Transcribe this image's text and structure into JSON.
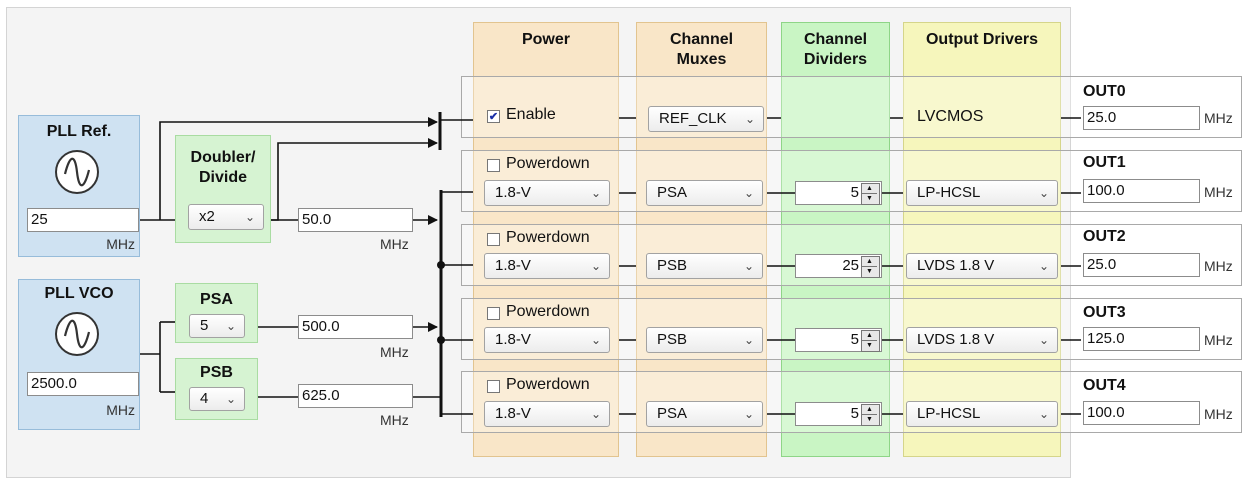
{
  "columns": {
    "power": "Power",
    "mux": [
      "Channel",
      "Muxes"
    ],
    "dividers": [
      "Channel",
      "Dividers"
    ],
    "drivers": "Output Drivers"
  },
  "pll_ref": {
    "title": "PLL Ref.",
    "value": "25",
    "unit": "MHz"
  },
  "doubler": {
    "title": [
      "Doubler/",
      "Divide"
    ],
    "selected": "x2",
    "output": "50.0",
    "unit": "MHz"
  },
  "pll_vco": {
    "title": "PLL VCO",
    "value": "2500.0",
    "unit": "MHz"
  },
  "psa": {
    "title": "PSA",
    "selected": "5",
    "output": "500.0",
    "unit": "MHz"
  },
  "psb": {
    "title": "PSB",
    "selected": "4",
    "output": "625.0",
    "unit": "MHz"
  },
  "outputs": [
    {
      "label": "OUT0",
      "power_check": "Enable",
      "checked": true,
      "mux": "REF_CLK",
      "driver": "LVCMOS",
      "freq": "25.0",
      "unit": "MHz"
    },
    {
      "label": "OUT1",
      "power_check": "Powerdown",
      "checked": false,
      "power_sel": "1.8-V",
      "mux": "PSA",
      "divider": "5",
      "driver": "LP-HCSL",
      "freq": "100.0",
      "unit": "MHz"
    },
    {
      "label": "OUT2",
      "power_check": "Powerdown",
      "checked": false,
      "power_sel": "1.8-V",
      "mux": "PSB",
      "divider": "25",
      "driver": "LVDS 1.8 V",
      "freq": "25.0",
      "unit": "MHz"
    },
    {
      "label": "OUT3",
      "power_check": "Powerdown",
      "checked": false,
      "power_sel": "1.8-V",
      "mux": "PSB",
      "divider": "5",
      "driver": "LVDS 1.8 V",
      "freq": "125.0",
      "unit": "MHz"
    },
    {
      "label": "OUT4",
      "power_check": "Powerdown",
      "checked": false,
      "power_sel": "1.8-V",
      "mux": "PSA",
      "divider": "5",
      "driver": "LP-HCSL",
      "freq": "100.0",
      "unit": "MHz"
    }
  ],
  "icons": {
    "checkbox_checked": "checkmark-icon",
    "select": "chevron-down-icon",
    "spin": "spinner-arrows-icon",
    "oscillator": "sine-wave-icon"
  }
}
